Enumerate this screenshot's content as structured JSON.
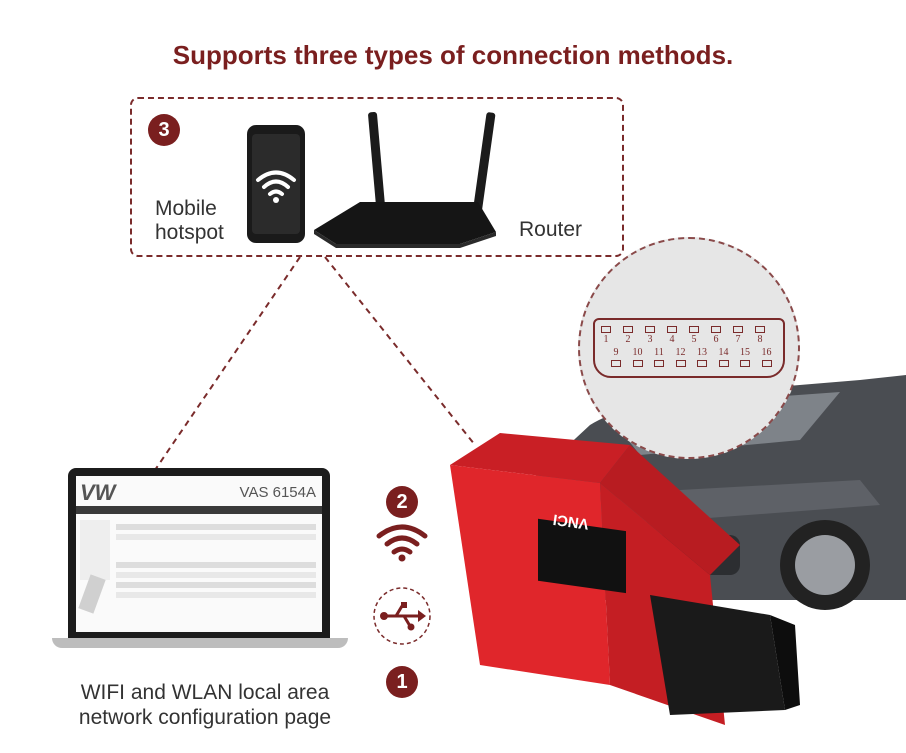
{
  "title": "Supports three types of connection methods.",
  "connection_box": {
    "badge": "3",
    "mobile_label_line1": "Mobile",
    "mobile_label_line2": "hotspot",
    "router_label": "Router"
  },
  "method_wifi": {
    "badge": "2",
    "icon": "wifi-icon"
  },
  "method_usb": {
    "badge": "1",
    "icon": "usb-icon"
  },
  "laptop": {
    "logo": "VW",
    "model": "VAS 6154A"
  },
  "caption": {
    "line1": "WIFI and WLAN local area",
    "line2": "network configuration page"
  },
  "device": {
    "brand": "VNCI"
  },
  "obd_pins": {
    "top": [
      "1",
      "2",
      "3",
      "4",
      "5",
      "6",
      "7",
      "8"
    ],
    "bottom": [
      "9",
      "10",
      "11",
      "12",
      "13",
      "14",
      "15",
      "16"
    ]
  },
  "colors": {
    "accent": "#7a1f1f",
    "device_red": "#e0262b"
  }
}
